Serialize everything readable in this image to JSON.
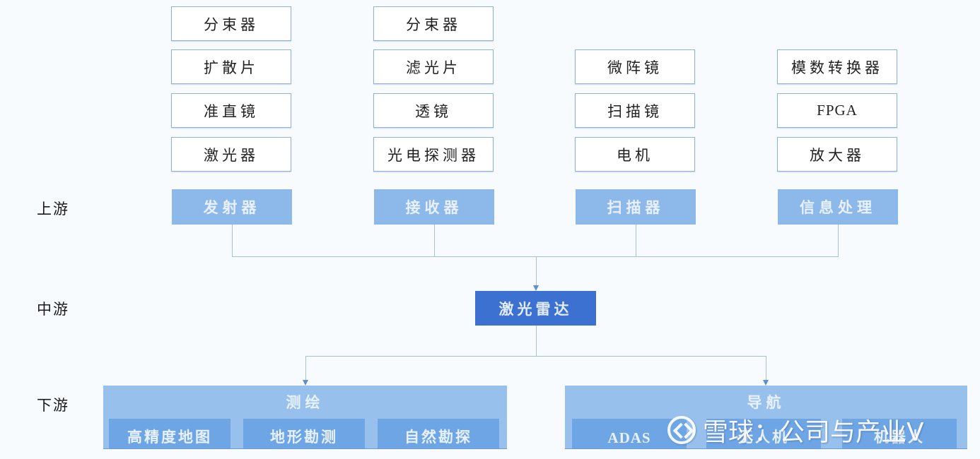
{
  "stages": {
    "upstream": "上游",
    "midstream": "中游",
    "downstream": "下游"
  },
  "upstream_columns": [
    {
      "category": "发射器",
      "components": [
        "分束器",
        "扩散片",
        "准直镜",
        "激光器"
      ]
    },
    {
      "category": "接收器",
      "components": [
        "分束器",
        "滤光片",
        "透镜",
        "光电探测器"
      ]
    },
    {
      "category": "扫描器",
      "components": [
        "微阵镜",
        "扫描镜",
        "电机"
      ]
    },
    {
      "category": "信息处理",
      "components": [
        "模数转换器",
        "FPGA",
        "放大器"
      ]
    }
  ],
  "midstream": {
    "product": "激光雷达"
  },
  "downstream_groups": [
    {
      "title": "测绘",
      "applications": [
        "高精度地图",
        "地形勘测",
        "自然勘探"
      ]
    },
    {
      "title": "导航",
      "applications": [
        "ADAS",
        "无人机",
        "机器人"
      ]
    }
  ],
  "watermark": {
    "text": "雪球：公司与产业V"
  },
  "colors": {
    "category_fill": "#8db9ea",
    "center_fill": "#3c70d1",
    "group_fill": "#97c0ec",
    "sub_fill": "#6ea5e4",
    "component_border": "#8fb3d6"
  }
}
